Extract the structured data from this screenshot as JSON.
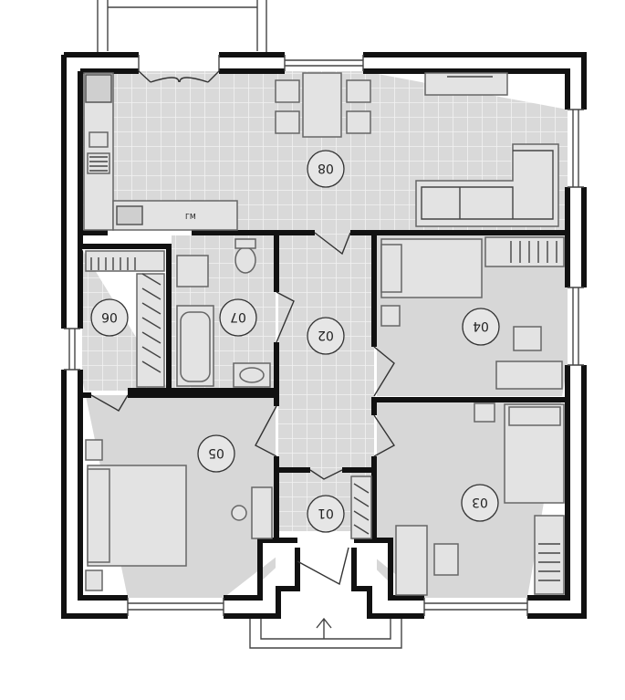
{
  "rooms": [
    {
      "id": "entry",
      "label": "01"
    },
    {
      "id": "hall",
      "label": "02"
    },
    {
      "id": "bedroom-3",
      "label": "03"
    },
    {
      "id": "bedroom-4",
      "label": "04"
    },
    {
      "id": "bedroom-5",
      "label": "05"
    },
    {
      "id": "closet",
      "label": "06"
    },
    {
      "id": "bathroom",
      "label": "07"
    },
    {
      "id": "kitchen-living",
      "label": "08"
    }
  ],
  "appliance_labels": {
    "oven": "ГМ"
  },
  "colors": {
    "floor_plain": "#d7d7d7",
    "floor_tile": "#d9d9d9",
    "tile_grid": "#f2f2f2",
    "wall": "#111111"
  }
}
